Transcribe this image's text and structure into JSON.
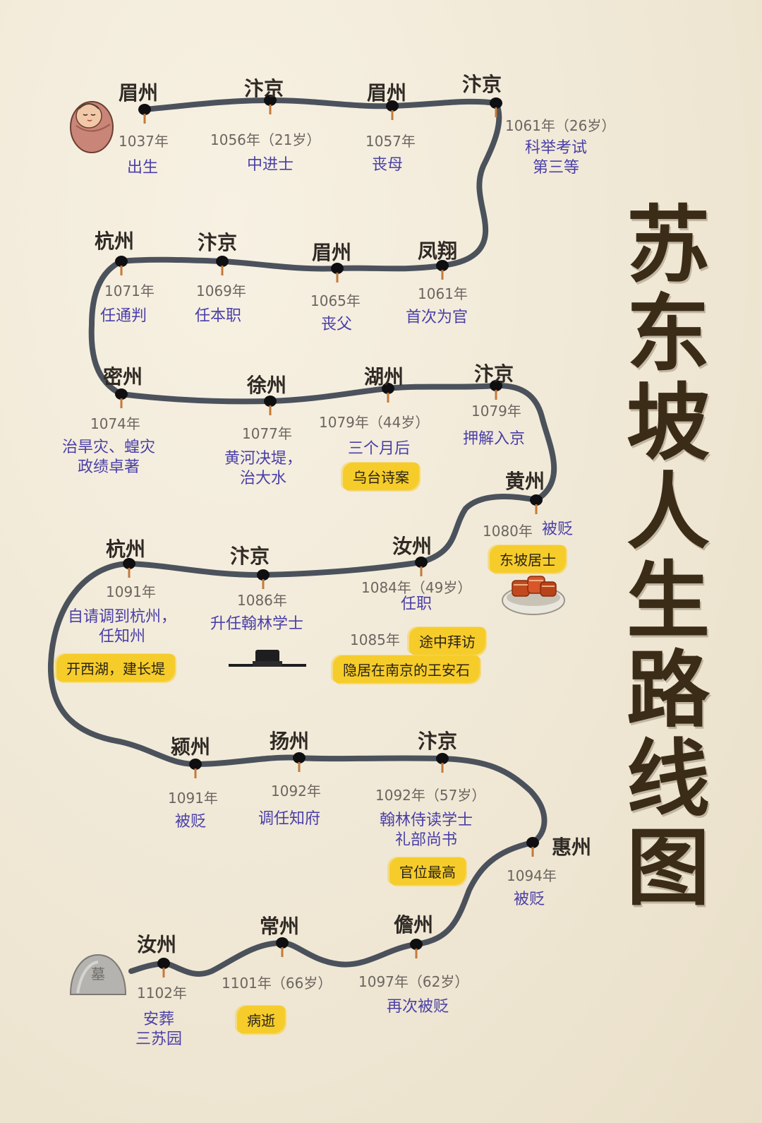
{
  "title_chars": [
    "苏",
    "东",
    "坡",
    "人",
    "生",
    "路",
    "线",
    "图"
  ],
  "colors": {
    "route": "#3d4450",
    "event": "#4a3fa8",
    "highlight": "#f6cc2a",
    "title": "#3b2c17"
  },
  "icons": {
    "start": "baby-icon",
    "end": "tomb-icon",
    "food": "dongpo-pork-icon",
    "mid": "hat-icon"
  },
  "tomb_label": "墓",
  "stops": [
    {
      "city": "眉州",
      "year": "1037年",
      "event": "出生"
    },
    {
      "city": "汴京",
      "year": "1056年（21岁）",
      "event": "中进士"
    },
    {
      "city": "眉州",
      "year": "1057年",
      "event": "丧母"
    },
    {
      "city": "汴京",
      "year": "1061年（26岁）",
      "event": "科举考试\n第三等"
    },
    {
      "city": "凤翔",
      "year": "1061年",
      "event": "首次为官"
    },
    {
      "city": "眉州",
      "year": "1065年",
      "event": "丧父"
    },
    {
      "city": "汴京",
      "year": "1069年",
      "event": "任本职"
    },
    {
      "city": "杭州",
      "year": "1071年",
      "event": "任通判"
    },
    {
      "city": "密州",
      "year": "1074年",
      "event": "治旱灾、蝗灾\n政绩卓著"
    },
    {
      "city": "徐州",
      "year": "1077年",
      "event": "黄河决堤，\n治大水"
    },
    {
      "city": "湖州",
      "year": "1079年（44岁）",
      "event": "三个月后",
      "highlight": "乌台诗案"
    },
    {
      "city": "汴京",
      "year": "1079年",
      "event": "押解入京"
    },
    {
      "city": "黄州",
      "year": "1080年",
      "event": "被贬",
      "highlight": "东坡居士"
    },
    {
      "city": "汝州",
      "year": "1084年（49岁）",
      "event": "任职"
    },
    {
      "city": "汴京",
      "year": "1086年",
      "event": "升任翰林学士"
    },
    {
      "city": "杭州",
      "year": "1091年",
      "event": "自请调到杭州，\n任知州",
      "highlight": "开西湖，建长堤"
    },
    {
      "city": "颍州",
      "year": "1091年",
      "event": "被贬"
    },
    {
      "city": "扬州",
      "year": "1092年",
      "event": "调任知府"
    },
    {
      "city": "汴京",
      "year": "1092年（57岁）",
      "event": "翰林侍读学士\n礼部尚书",
      "highlight": "官位最高"
    },
    {
      "city": "惠州",
      "year": "1094年",
      "event": "被贬"
    },
    {
      "city": "儋州",
      "year": "1097年（62岁）",
      "event": "再次被贬"
    },
    {
      "city": "常州",
      "year": "1101年（66岁）",
      "event": "",
      "highlight": "病逝"
    },
    {
      "city": "汝州",
      "year": "1102年",
      "event": "安葬\n三苏园"
    }
  ],
  "side_notes": [
    {
      "year": "1085年",
      "highlight": "途中拜访"
    },
    {
      "year": "",
      "highlight": "隐居在南京的王安石"
    }
  ]
}
